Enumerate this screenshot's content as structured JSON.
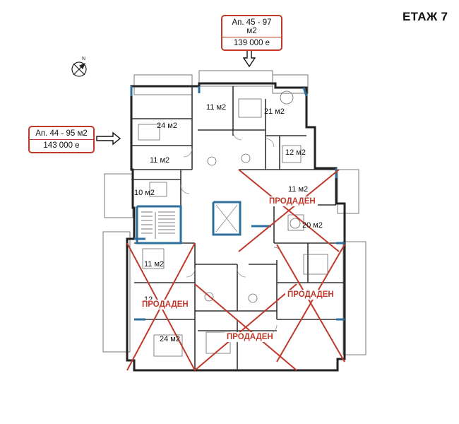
{
  "floor_label": "ЕТАЖ 7",
  "compass_letter": "N",
  "apartments": {
    "ap45": {
      "title": "Ап. 45 - 97 м2",
      "price": "139 000 е"
    },
    "ap44": {
      "title": "Ап. 44 - 95 м2",
      "price": "143 000 е"
    }
  },
  "rooms": {
    "r1": "11 м2",
    "r2": "21 м2",
    "r3": "24 м2",
    "r4": "12 м2",
    "r5": "11 м2",
    "r6": "10 м2",
    "r7": "11 м2",
    "r8": "20 м2",
    "r9": "11 м2",
    "r10": "12",
    "r11": "24 м2"
  },
  "sold_labels": {
    "s1": "ПРОДАДЕН",
    "s2": "ПРОДАДЕН",
    "s3": "ПРОДАДЕН",
    "s4": "ПРОДАДЕН"
  },
  "colors": {
    "wall": "#222222",
    "wall_accent": "#2f6f9e",
    "sold_cross": "#c0392b",
    "price_border": "#c0392b"
  }
}
